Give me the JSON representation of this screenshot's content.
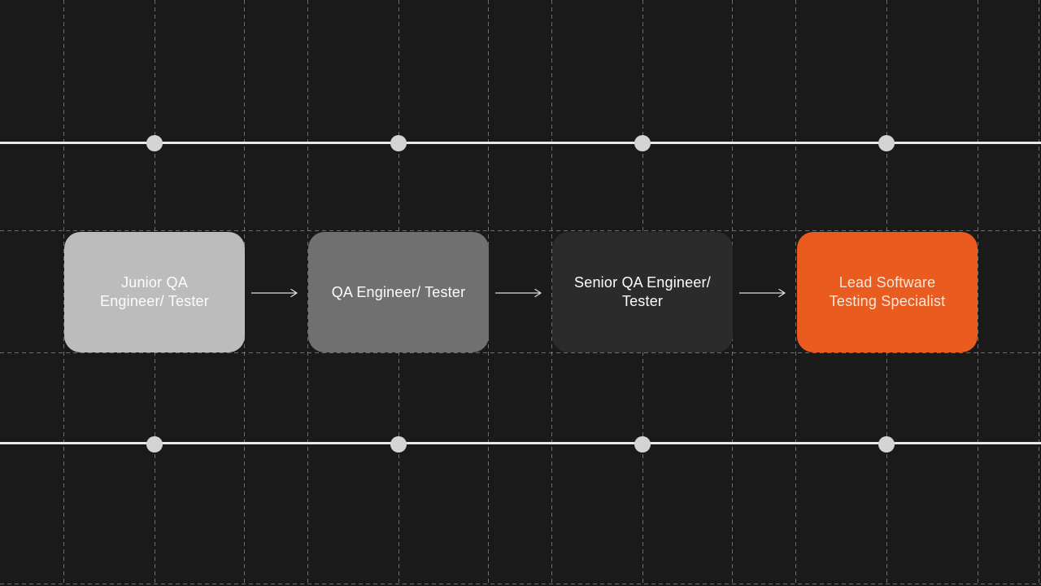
{
  "diagram": {
    "stages": [
      {
        "label": "Junior QA Engineer/ Tester",
        "lines": [
          "Junior QA",
          "Engineer/ Tester"
        ],
        "box_color": "#bcbcbc",
        "text_color": "#fcfcfc"
      },
      {
        "label": "QA Engineer/ Tester",
        "lines": [
          "QA Engineer/ Tester"
        ],
        "box_color": "#707070",
        "text_color": "#fcfcfc"
      },
      {
        "label": "Senior QA Engineer/ Tester",
        "lines": [
          "Senior QA Engineer/",
          "Tester"
        ],
        "box_color": "#2b2b2b",
        "text_color": "#fcfcfc"
      },
      {
        "label": "Lead Software Testing Specialist",
        "lines": [
          "Lead Software",
          "Testing Specialist"
        ],
        "box_color": "#e95b1e",
        "text_color": "#f6eade"
      }
    ],
    "timeline": {
      "dot_x_positions": [
        190,
        490,
        790,
        1090
      ],
      "line_y_positions": [
        175,
        545
      ]
    },
    "colors": {
      "background": "#1a1a1a",
      "grid_line": "#8a8a8a",
      "timeline_line": "#e9e9e9",
      "timeline_dot": "#d4d4d4",
      "arrow": "#dcdcdc"
    }
  }
}
